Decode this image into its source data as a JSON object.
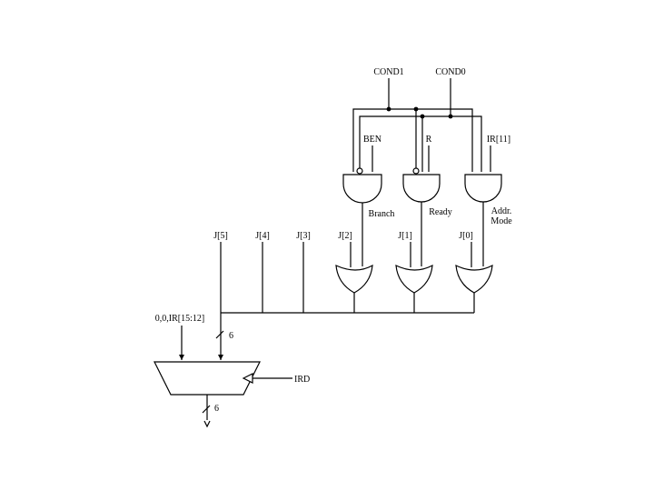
{
  "signals": {
    "cond1": "COND1",
    "cond0": "COND0",
    "ben": "BEN",
    "r": "R",
    "ir11": "IR[11]",
    "branch": "Branch",
    "ready": "Ready",
    "addr_mode_line1": "Addr.",
    "addr_mode_line2": "Mode",
    "ird": "IRD",
    "mux_input": "0,0,IR[15:12]",
    "bus_width_in": "6",
    "bus_width_out": "6"
  },
  "j_bits": [
    "J[5]",
    "J[4]",
    "J[3]",
    "J[2]",
    "J[1]",
    "J[0]"
  ]
}
